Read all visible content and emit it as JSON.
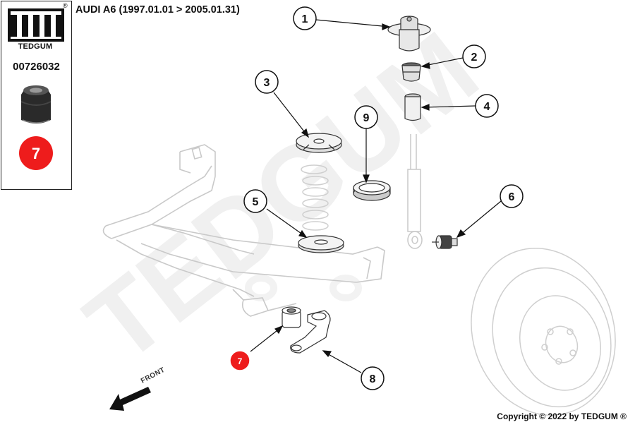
{
  "header": {
    "title": "AUDI A6 (1997.01.01 > 2005.01.31)"
  },
  "infobox": {
    "brand": "TEDGUM",
    "part_number": "00726032",
    "highlight_callout": "7"
  },
  "watermark": {
    "text": "TEDGUM"
  },
  "footer": {
    "copyright": "Copyright © 2022 by TEDGUM ®"
  },
  "diagram": {
    "front_label": "FRONT",
    "callouts": [
      "1",
      "2",
      "3",
      "4",
      "5",
      "6",
      "7",
      "8",
      "9"
    ],
    "highlight_color": "#ee1c1c"
  }
}
